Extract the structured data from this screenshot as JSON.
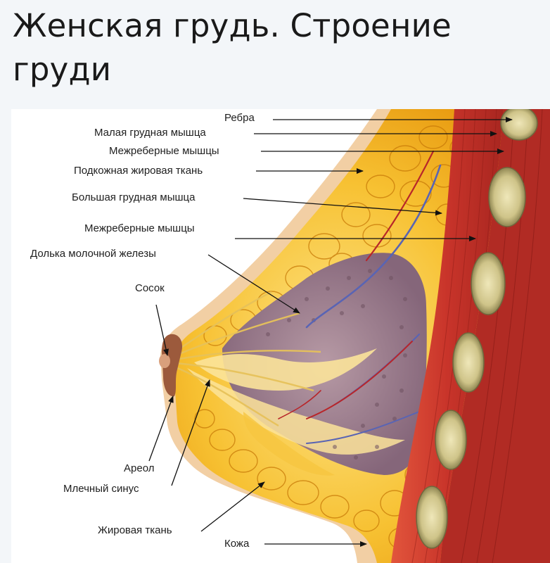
{
  "title": "Женская грудь. Строение груди",
  "labels": {
    "ribs": "Ребра",
    "pectoralis_minor": "Малая грудная мышца",
    "intercostal_1": "Межреберные мышцы",
    "subcutaneous_fat": "Подкожная жировая ткань",
    "pectoralis_major": "Большая грудная мышца",
    "intercostal_2": "Межреберные мышцы",
    "lobule": "Долька молочной железы",
    "nipple": "Сосок",
    "areola": "Ареол",
    "lactiferous_sinus": "Млечный синус",
    "fat_tissue": "Жировая ткань",
    "skin": "Кожа"
  },
  "colors": {
    "skin": "#f2cfa4",
    "fat": "#f6b91e",
    "fat_light": "#fcd96a",
    "gland": "#9e8191",
    "muscle": "#c8372d",
    "rib": "#d8d09b",
    "vein": "#5964b4",
    "artery": "#b8262a"
  }
}
